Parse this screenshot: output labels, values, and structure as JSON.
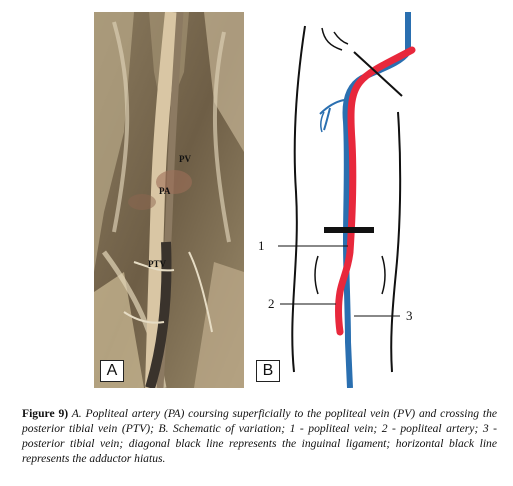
{
  "figure": {
    "panel_a": {
      "tag": "A",
      "labels": {
        "pv": "PV",
        "pa": "PA",
        "ptv": "PTV"
      }
    },
    "panel_b": {
      "tag": "B",
      "labels": {
        "one": "1",
        "two": "2",
        "three": "3"
      },
      "colors": {
        "artery": "#e8283c",
        "vein": "#2a6fb0",
        "outline": "#111111"
      }
    }
  },
  "caption": {
    "figure_label": "Figure 9)",
    "text": " A. Popliteal artery (PA) coursing superficially to the popliteal vein (PV) and crossing the posterior tibial vein (PTV); B. Schematic of variation; 1 - popliteal vein; 2 - popliteal artery; 3 - posterior tibial vein; diagonal black line represents the inguinal ligament; horizontal black line represents the adductor hiatus."
  }
}
